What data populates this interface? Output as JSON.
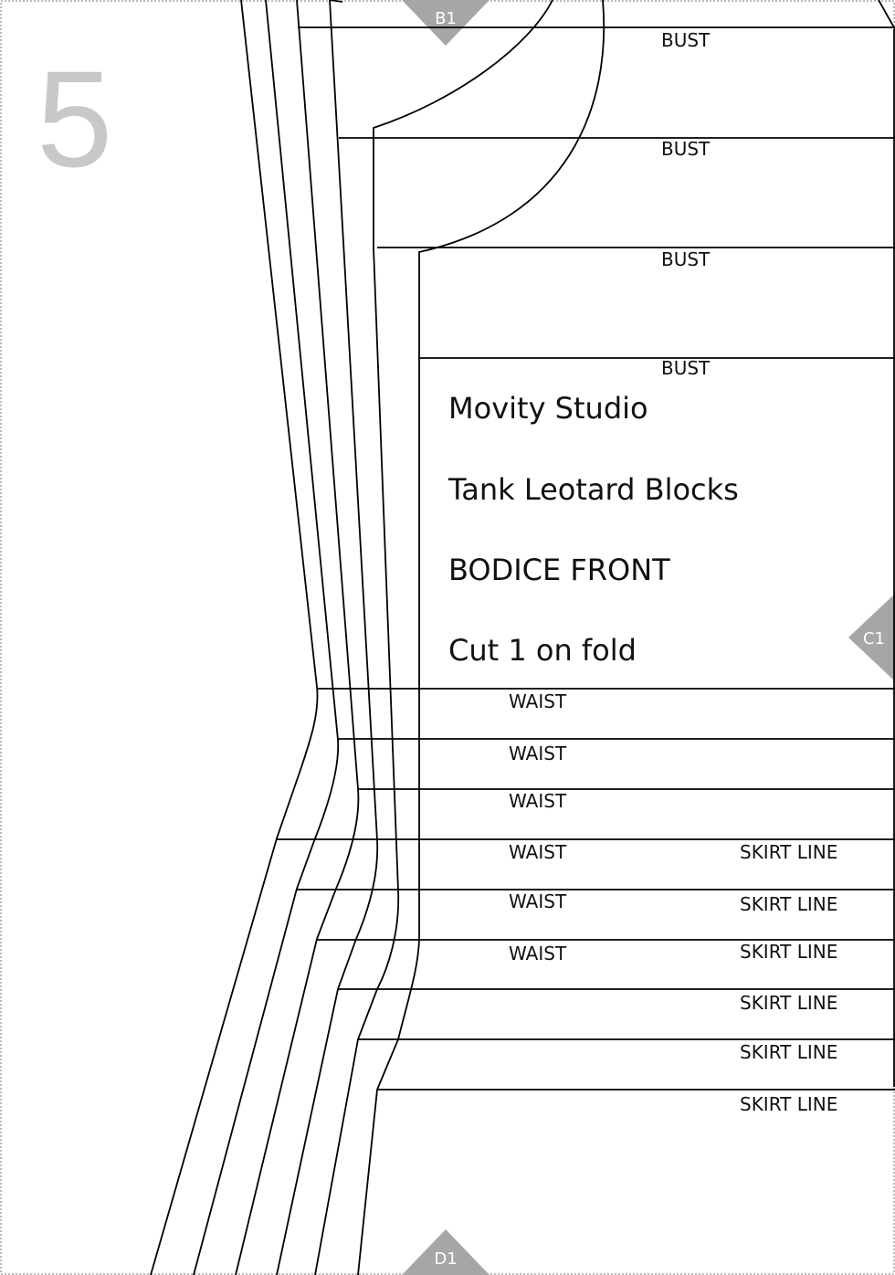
{
  "page_number": "5",
  "markers": {
    "top": "B1",
    "right": "C1",
    "bottom": "D1"
  },
  "marker_color": "#a6a6a6",
  "page_number_color": "#c8c8c8",
  "title_block": {
    "line1": "Movity Studio",
    "line2": "Tank Leotard Blocks",
    "line3": "BODICE FRONT",
    "line4": "Cut 1 on fold"
  },
  "bust_labels": [
    "BUST",
    "BUST",
    "BUST",
    "BUST"
  ],
  "waist_labels": [
    "WAIST",
    "WAIST",
    "WAIST",
    "WAIST",
    "WAIST",
    "WAIST"
  ],
  "skirt_labels": [
    "SKIRT LINE",
    "SKIRT LINE",
    "SKIRT LINE",
    "SKIRT LINE",
    "SKIRT LINE",
    "SKIRT LINE"
  ]
}
